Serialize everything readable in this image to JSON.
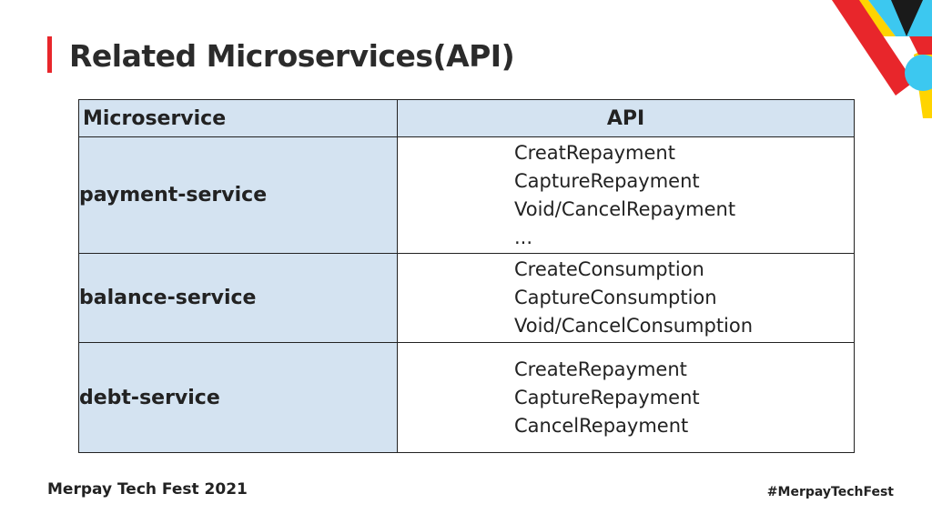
{
  "slide": {
    "title": "Related Microservices(API)"
  },
  "table": {
    "headers": [
      "Microservice",
      "API"
    ],
    "rows": [
      {
        "service": "payment-service",
        "apis": [
          "CreatRepayment",
          "CaptureRepayment",
          "Void/CancelRepayment",
          "..."
        ]
      },
      {
        "service": "balance-service",
        "apis": [
          "CreateConsumption",
          "CaptureConsumption",
          "Void/CancelConsumption"
        ]
      },
      {
        "service": "debt-service",
        "apis": [
          "CreateRepayment",
          "CaptureRepayment",
          "CancelRepayment"
        ]
      }
    ]
  },
  "footer": {
    "event": "Merpay Tech Fest  2021",
    "hashtag": "#MerpayTechFest"
  },
  "colors": {
    "accent": "#e8262b",
    "header_fill": "#d4e3f1",
    "deco_yellow": "#ffd400",
    "deco_cyan": "#3cc8f0",
    "deco_black": "#1a1a1a"
  }
}
